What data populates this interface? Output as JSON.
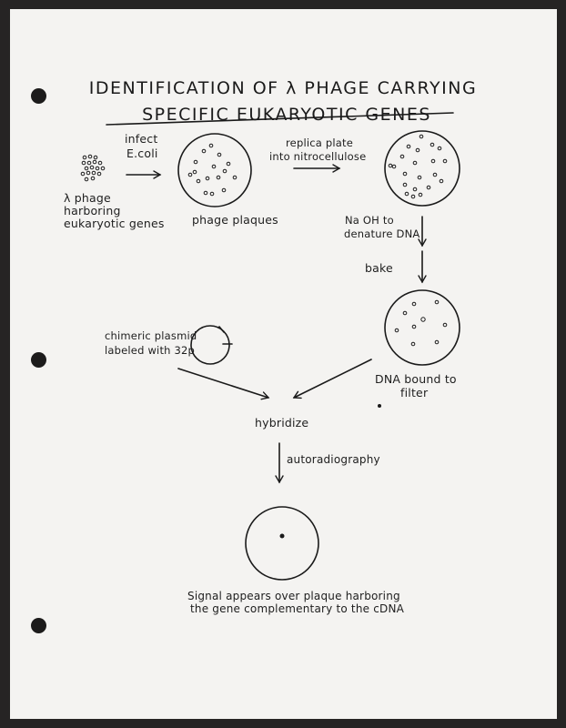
{
  "title": {
    "line1": "IDENTIFICATION OF λ PHAGE CARRYING",
    "line2": "SPECIFIC EUKARYOTIC GENES"
  },
  "steps": {
    "phage_label": [
      "λ phage",
      "harboring",
      "eukaryotic genes"
    ],
    "infect_label": [
      "infect",
      "E.coli"
    ],
    "plaques_label": "phage plaques",
    "replica_label": [
      "replica plate",
      "into nitrocellulose"
    ],
    "naoh_label": [
      "Na OH to",
      "denature DNA"
    ],
    "bake_label": "bake",
    "plasmid_label": [
      "chimeric plasmid",
      "labeled with 32p"
    ],
    "filter_label": [
      "DNA bound to",
      "filter"
    ],
    "hybridize_label": "hybridize",
    "autorad_label": "autoradiography",
    "signal_label": [
      "Signal appears over plaque harboring",
      "the gene complementary to the cDNA"
    ]
  }
}
